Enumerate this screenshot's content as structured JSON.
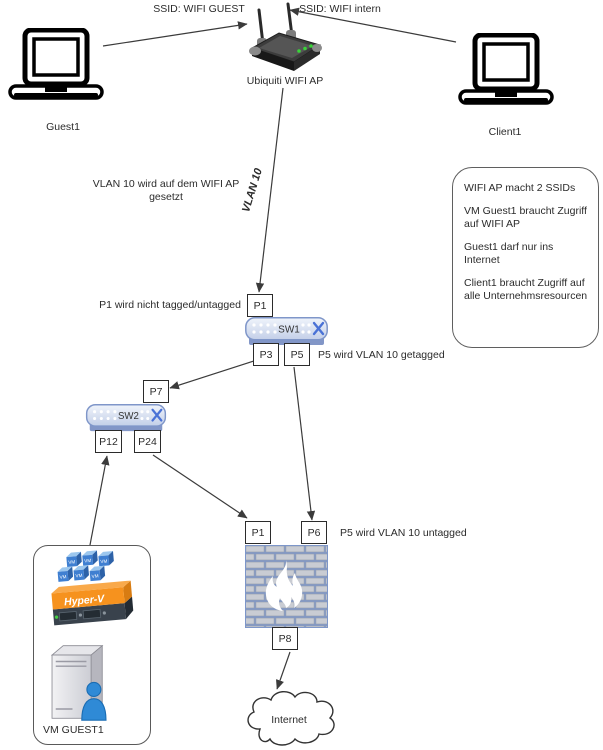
{
  "labels": {
    "ssid_guest": "SSID: WIFI GUEST",
    "ssid_intern": "SSID: WIFI intern",
    "ap_name": "Ubiquiti WIFI AP",
    "guest1": "Guest1",
    "client1": "Client1",
    "vlan_ap_note": "VLAN 10 wird auf dem WIFI AP gesetzt",
    "vlan_edge": "VLAN 10",
    "p1_untagged_note": "P1 wird nicht tagged/untagged",
    "p5_tagged_note": "P5 wird VLAN 10 getagged",
    "p5_untagged_note": "P5 wird VLAN 10 untagged",
    "sw1": "SW1",
    "sw2": "SW2",
    "hyperv": "Hyper-V",
    "vm_cube": "VM",
    "vm_guest1": "VM GUEST1",
    "internet": "Internet"
  },
  "ports": {
    "sw1_p1": "P1",
    "sw1_p3": "P3",
    "sw1_p5": "P5",
    "sw2_p7": "P7",
    "sw2_p12": "P12",
    "sw2_p24": "P24",
    "fw_p1": "P1",
    "fw_p6": "P6",
    "fw_p8": "P8"
  },
  "note": {
    "lines": [
      "WIFI AP macht 2 SSIDs",
      "VM Guest1 braucht Zugriff auf WIFI AP",
      "Guest1 darf nur ins Internet",
      "Client1 braucht Zugriff auf alle Unternehmsresourcen"
    ]
  },
  "colors": {
    "switch_fill": "#dfe7f4",
    "switch_border": "#7f96c9",
    "firewall_mortar": "#7d96c9",
    "brick": "#c9ccd3",
    "hyperv_orange": "#f6921e",
    "vm_cube_blue": "#3f7fd1",
    "person_blue": "#2f8ad6",
    "edge": "#3b3b3b"
  }
}
